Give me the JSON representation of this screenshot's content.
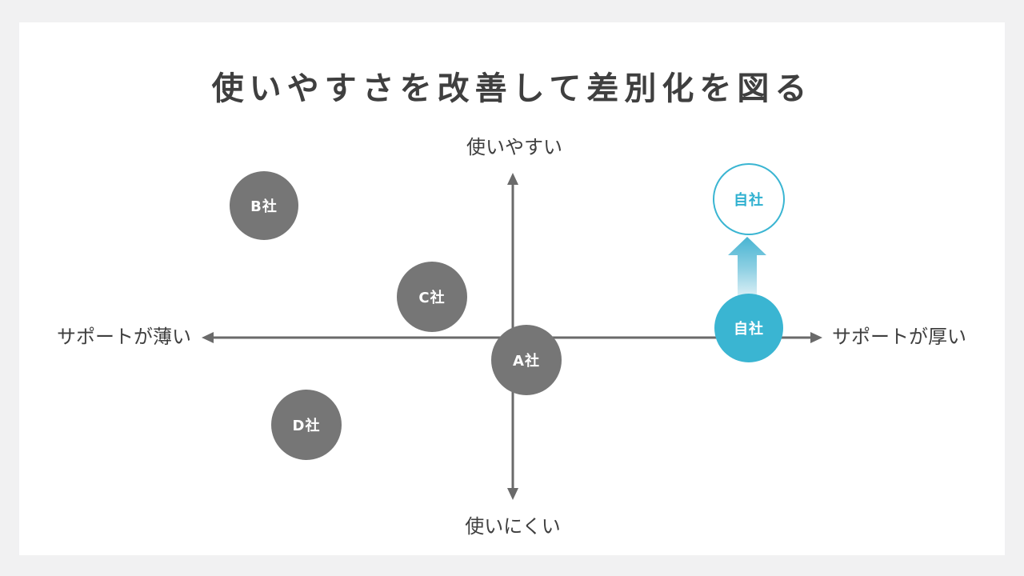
{
  "slide": {
    "title": "使いやすさを改善して差別化を図る"
  },
  "diagram": {
    "type": "positioning-quadrant-map",
    "axis_labels": {
      "top": "使いやすい",
      "bottom": "使いにくい",
      "left": "サポートが薄い",
      "right": "サポートが厚い"
    },
    "points": {
      "company_b": {
        "label": "B社",
        "quadrant": "upper-left"
      },
      "company_c": {
        "label": "C社",
        "quadrant": "upper-left-near-center"
      },
      "company_a": {
        "label": "A社",
        "quadrant": "center-lower-right"
      },
      "company_d": {
        "label": "D社",
        "quadrant": "lower-left"
      },
      "self_current": {
        "label": "自社",
        "quadrant": "right-on-axis"
      },
      "self_target": {
        "label": "自社",
        "quadrant": "upper-right"
      }
    },
    "colors": {
      "competitor_fill": "#767676",
      "self_fill": "#3ab5d2",
      "self_outline": "#3ab5d2",
      "axis_stroke": "#6a6a6a",
      "arrow_gradient_bottom": "#d8eef5",
      "arrow_gradient_top": "#47b4d2",
      "title_text": "#3f3f3f",
      "slide_background": "#ffffff",
      "page_background": "#f1f1f2"
    }
  }
}
